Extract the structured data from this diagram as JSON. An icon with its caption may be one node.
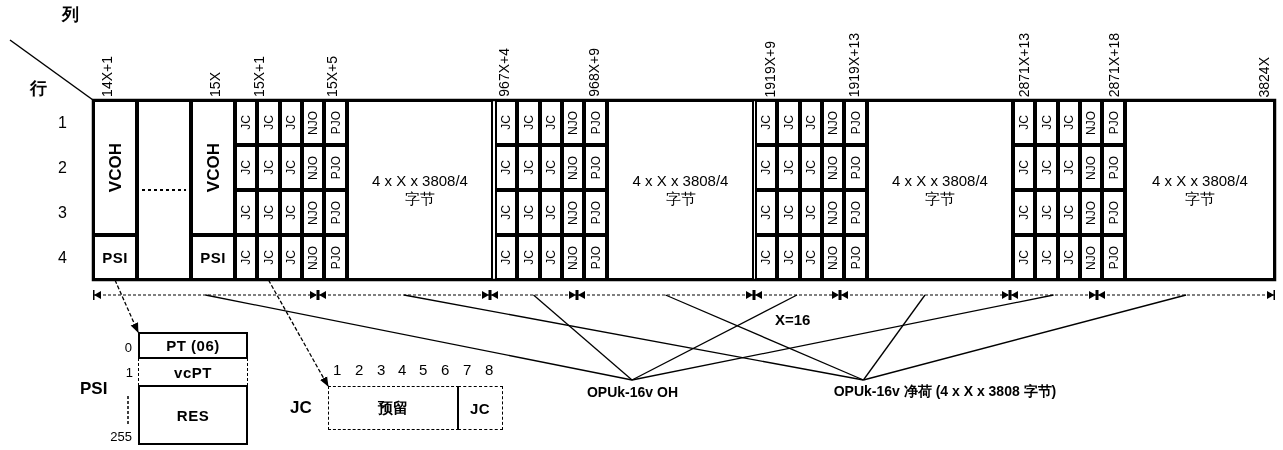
{
  "diagram": {
    "nodes": [
      {
        "text": [
          "VCOH"
        ]
      },
      {
        "text": [],
        "shape": "box"
      },
      {
        "text": [
          "VCOH"
        ]
      },
      {
        "text": [
          "JC"
        ]
      },
      {
        "text": [
          "JC"
        ]
      },
      {
        "text": [
          "JC"
        ]
      },
      {
        "text": [
          "NJO"
        ]
      },
      {
        "text": [
          "PJO"
        ]
      },
      {
        "text": [
          "4 x X x 3808/4",
          "字节"
        ]
      },
      {
        "text": [
          "JC"
        ]
      },
      {
        "text": [
          "JC"
        ]
      },
      {
        "text": [
          "JC"
        ]
      },
      {
        "text": [
          "NJO"
        ]
      },
      {
        "text": [
          "PJO"
        ]
      },
      {
        "text": [
          "4 x X x 3808/4",
          "字节"
        ]
      },
      {
        "text": [
          "JC"
        ]
      },
      {
        "text": [
          "JC"
        ]
      },
      {
        "text": [
          "JC"
        ]
      },
      {
        "text": [
          "NJO"
        ]
      },
      {
        "text": [
          "PJO"
        ]
      },
      {
        "text": [
          "4 x X x 3808/4",
          "字节"
        ]
      },
      {
        "text": [
          "JC"
        ]
      },
      {
        "text": [
          "JC"
        ]
      },
      {
        "text": [
          "JC"
        ]
      },
      {
        "text": [
          "NJO"
        ]
      },
      {
        "text": [
          "PJO"
        ]
      },
      {
        "text": [
          "4 x X x 3808/4",
          "字节"
        ]
      },
      {
        "text": [
          "JC"
        ]
      },
      {
        "text": [
          "JC"
        ]
      },
      {
        "text": [
          "JC"
        ]
      },
      {
        "text": [
          "NJO"
        ]
      },
      {
        "text": [
          "PJO"
        ]
      },
      {
        "text": [
          "JC"
        ]
      },
      {
        "text": [
          "JC"
        ]
      },
      {
        "text": [
          "JC"
        ]
      },
      {
        "text": [
          "NJO"
        ]
      },
      {
        "text": [
          "PJO"
        ]
      },
      {
        "text": [
          "JC"
        ]
      },
      {
        "text": [
          "JC"
        ]
      },
      {
        "text": [
          "JC"
        ]
      },
      {
        "text": [
          "NJO"
        ]
      },
      {
        "text": [
          "PJO"
        ]
      },
      {
        "text": [
          "JC"
        ]
      },
      {
        "text": [
          "JC"
        ]
      },
      {
        "text": [
          "JC"
        ]
      },
      {
        "text": [
          "NJO"
        ]
      },
      {
        "text": [
          "PJO"
        ]
      },
      {
        "text": [
          "JC"
        ]
      },
      {
        "text": [
          "JC"
        ]
      },
      {
        "text": [
          "JC"
        ]
      },
      {
        "text": [
          "NJO"
        ]
      },
      {
        "text": [
          "PJO"
        ]
      },
      {
        "text": [
          "JC"
        ]
      },
      {
        "text": [
          "JC"
        ]
      },
      {
        "text": [
          "JC"
        ]
      },
      {
        "text": [
          "NJO"
        ]
      },
      {
        "text": [
          "PJO"
        ]
      },
      {
        "text": [
          "JC"
        ]
      },
      {
        "text": [
          "JC"
        ]
      },
      {
        "text": [
          "JC"
        ]
      },
      {
        "text": [
          "NJO"
        ]
      },
      {
        "text": [
          "PJO"
        ]
      },
      {
        "text": [
          "JC"
        ]
      },
      {
        "text": [
          "JC"
        ]
      },
      {
        "text": [
          "JC"
        ]
      },
      {
        "text": [
          "NJO"
        ]
      },
      {
        "text": [
          "PJO"
        ]
      },
      {
        "text": [
          "PSI"
        ]
      },
      {
        "text": [
          "PSI"
        ]
      },
      {
        "text": [
          "JC"
        ]
      },
      {
        "text": [
          "JC"
        ]
      },
      {
        "text": [
          "JC"
        ]
      },
      {
        "text": [
          "NJO"
        ]
      },
      {
        "text": [
          "PJO"
        ]
      },
      {
        "text": [
          "JC"
        ]
      },
      {
        "text": [
          "JC"
        ]
      },
      {
        "text": [
          "JC"
        ]
      },
      {
        "text": [
          "NJO"
        ]
      },
      {
        "text": [
          "PJO"
        ]
      },
      {
        "text": [
          "JC"
        ]
      },
      {
        "text": [
          "JC"
        ]
      },
      {
        "text": [
          "JC"
        ]
      },
      {
        "text": [
          "NJO"
        ]
      },
      {
        "text": [
          "PJO"
        ]
      },
      {
        "text": [
          "JC"
        ]
      },
      {
        "text": [
          "JC"
        ]
      },
      {
        "text": [
          "JC"
        ]
      },
      {
        "text": [
          "NJO"
        ]
      },
      {
        "text": [
          "PJO"
        ]
      },
      {
        "text": [
          "PT (06)"
        ],
        "beside": [
          "0"
        ]
      },
      {
        "text": [
          "vcPT"
        ],
        "beside": [
          "1"
        ]
      },
      {
        "text": [
          "RES"
        ],
        "beside": [
          "255"
        ]
      },
      {
        "text": [
          "预留"
        ]
      },
      {
        "text": [
          "JC"
        ]
      },
      {
        "text": [
          "OPUk-16v OH"
        ]
      },
      {
        "text": [
          "OPUk-16v 净荷 (4 x X x 3808 字节)"
        ]
      },
      {
        "text": [],
        "shape": "line"
      },
      {
        "text": [],
        "shape": "line"
      },
      {
        "text": [],
        "shape": "line"
      },
      {
        "text": [],
        "shape": "line"
      },
      {
        "text": [],
        "shape": "line"
      },
      {
        "text": [],
        "shape": "line"
      },
      {
        "text": [],
        "shape": "line"
      },
      {
        "text": [],
        "shape": "line"
      }
    ],
    "edges": [
      {
        "from": 67,
        "to": 89,
        "arrow": "to",
        "style": "dashed"
      },
      {
        "from": 70,
        "to": 92,
        "arrow": "to",
        "style": "dashed"
      },
      {
        "from": 94,
        "to": 96,
        "arrow": "none"
      },
      {
        "from": 94,
        "to": 98,
        "arrow": "none"
      },
      {
        "from": 94,
        "to": 100,
        "arrow": "none"
      },
      {
        "from": 94,
        "to": 102,
        "arrow": "none"
      },
      {
        "from": 95,
        "to": 97,
        "arrow": "none"
      },
      {
        "from": 95,
        "to": 99,
        "arrow": "none"
      },
      {
        "from": 95,
        "to": 101,
        "arrow": "none"
      },
      {
        "from": 95,
        "to": 103,
        "arrow": "none"
      }
    ],
    "labels": [
      "列",
      "行",
      "1",
      "2",
      "3",
      "4",
      "14X+1",
      "15X",
      "15X+1",
      "15X+5",
      "967X+4",
      "968X+9",
      "1919X+9",
      "1919X+13",
      "2871X+13",
      "2871X+18",
      "3824X",
      "X=16",
      "PSI",
      "JC",
      "1",
      "2",
      "3",
      "4",
      "5",
      "6",
      "7",
      "8"
    ]
  }
}
